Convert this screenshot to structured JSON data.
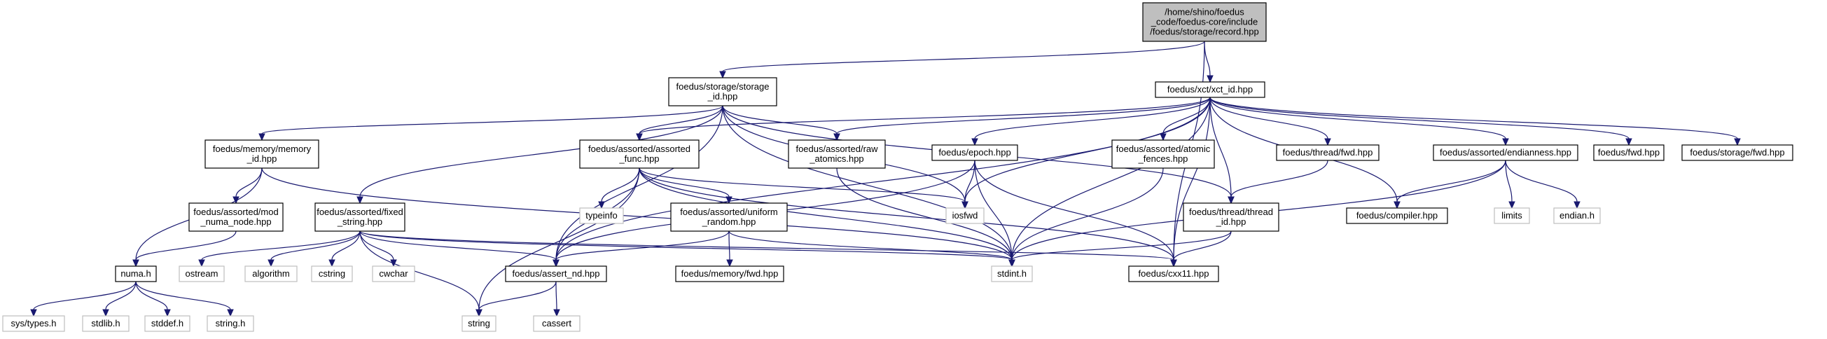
{
  "colors": {
    "background": "#ffffff",
    "edge": "#191970",
    "node_border": "#000000",
    "external_border": "#bfbfbf",
    "root_fill": "#bfbfbf",
    "node_fill": "#ffffff"
  },
  "nodes": [
    {
      "id": "record",
      "kind": "root",
      "lines": [
        "/home/shino/foedus",
        "_code/foedus-core/include",
        "/foedus/storage/record.hpp"
      ]
    },
    {
      "id": "storage_id",
      "kind": "file",
      "lines": [
        "foedus/storage/storage",
        "_id.hpp"
      ]
    },
    {
      "id": "xct_id",
      "kind": "file",
      "lines": [
        "foedus/xct/xct_id.hpp"
      ]
    },
    {
      "id": "memory_id",
      "kind": "file",
      "lines": [
        "foedus/memory/memory",
        "_id.hpp"
      ]
    },
    {
      "id": "assorted_func",
      "kind": "file",
      "lines": [
        "foedus/assorted/assorted",
        "_func.hpp"
      ]
    },
    {
      "id": "raw_atomics",
      "kind": "file",
      "lines": [
        "foedus/assorted/raw",
        "_atomics.hpp"
      ]
    },
    {
      "id": "epoch",
      "kind": "file",
      "lines": [
        "foedus/epoch.hpp"
      ]
    },
    {
      "id": "atomic_fences",
      "kind": "file",
      "lines": [
        "foedus/assorted/atomic",
        "_fences.hpp"
      ]
    },
    {
      "id": "thread_fwd",
      "kind": "file",
      "lines": [
        "foedus/thread/fwd.hpp"
      ]
    },
    {
      "id": "endianness",
      "kind": "file",
      "lines": [
        "foedus/assorted/endianness.hpp"
      ]
    },
    {
      "id": "foedus_fwd",
      "kind": "file",
      "lines": [
        "foedus/fwd.hpp"
      ]
    },
    {
      "id": "storage_fwd",
      "kind": "file",
      "lines": [
        "foedus/storage/fwd.hpp"
      ]
    },
    {
      "id": "mod_numa",
      "kind": "file",
      "lines": [
        "foedus/assorted/mod",
        "_numa_node.hpp"
      ]
    },
    {
      "id": "fixed_string",
      "kind": "file",
      "lines": [
        "foedus/assorted/fixed",
        "_string.hpp"
      ]
    },
    {
      "id": "typeinfo",
      "kind": "external",
      "lines": [
        "typeinfo"
      ]
    },
    {
      "id": "uniform_random",
      "kind": "file",
      "lines": [
        "foedus/assorted/uniform",
        "_random.hpp"
      ]
    },
    {
      "id": "iosfwd",
      "kind": "external",
      "lines": [
        "iosfwd"
      ]
    },
    {
      "id": "thread_id",
      "kind": "file",
      "lines": [
        "foedus/thread/thread",
        "_id.hpp"
      ]
    },
    {
      "id": "compiler",
      "kind": "file",
      "lines": [
        "foedus/compiler.hpp"
      ]
    },
    {
      "id": "limits",
      "kind": "external",
      "lines": [
        "limits"
      ]
    },
    {
      "id": "endian_h",
      "kind": "external",
      "lines": [
        "endian.h"
      ]
    },
    {
      "id": "numa_h",
      "kind": "file",
      "lines": [
        "numa.h"
      ]
    },
    {
      "id": "ostream",
      "kind": "external",
      "lines": [
        "ostream"
      ]
    },
    {
      "id": "algorithm",
      "kind": "external",
      "lines": [
        "algorithm"
      ]
    },
    {
      "id": "cstring",
      "kind": "external",
      "lines": [
        "cstring"
      ]
    },
    {
      "id": "cwchar",
      "kind": "external",
      "lines": [
        "cwchar"
      ]
    },
    {
      "id": "assert_nd",
      "kind": "file",
      "lines": [
        "foedus/assert_nd.hpp"
      ]
    },
    {
      "id": "memory_fwd",
      "kind": "file",
      "lines": [
        "foedus/memory/fwd.hpp"
      ]
    },
    {
      "id": "stdint",
      "kind": "external",
      "lines": [
        "stdint.h"
      ]
    },
    {
      "id": "cxx11",
      "kind": "file",
      "lines": [
        "foedus/cxx11.hpp"
      ]
    },
    {
      "id": "sys_types",
      "kind": "external",
      "lines": [
        "sys/types.h"
      ]
    },
    {
      "id": "stdlib",
      "kind": "external",
      "lines": [
        "stdlib.h"
      ]
    },
    {
      "id": "stddef",
      "kind": "external",
      "lines": [
        "stddef.h"
      ]
    },
    {
      "id": "string_h",
      "kind": "external",
      "lines": [
        "string.h"
      ]
    },
    {
      "id": "string",
      "kind": "external",
      "lines": [
        "string"
      ]
    },
    {
      "id": "cassert",
      "kind": "external",
      "lines": [
        "cassert"
      ]
    }
  ],
  "edges": [
    [
      "record",
      "storage_id"
    ],
    [
      "record",
      "xct_id"
    ],
    [
      "record",
      "cxx11"
    ],
    [
      "storage_id",
      "memory_id"
    ],
    [
      "storage_id",
      "assorted_func"
    ],
    [
      "storage_id",
      "raw_atomics"
    ],
    [
      "storage_id",
      "fixed_string"
    ],
    [
      "storage_id",
      "assert_nd"
    ],
    [
      "storage_id",
      "iosfwd"
    ],
    [
      "storage_id",
      "stdint"
    ],
    [
      "storage_id",
      "thread_id"
    ],
    [
      "xct_id",
      "assorted_func"
    ],
    [
      "xct_id",
      "raw_atomics"
    ],
    [
      "xct_id",
      "epoch"
    ],
    [
      "xct_id",
      "atomic_fences"
    ],
    [
      "xct_id",
      "thread_fwd"
    ],
    [
      "xct_id",
      "endianness"
    ],
    [
      "xct_id",
      "foedus_fwd"
    ],
    [
      "xct_id",
      "storage_fwd"
    ],
    [
      "xct_id",
      "compiler"
    ],
    [
      "xct_id",
      "thread_id"
    ],
    [
      "xct_id",
      "iosfwd"
    ],
    [
      "xct_id",
      "stdint"
    ],
    [
      "xct_id",
      "assert_nd"
    ],
    [
      "xct_id",
      "cxx11"
    ],
    [
      "memory_id",
      "mod_numa"
    ],
    [
      "memory_id",
      "numa_h"
    ],
    [
      "memory_id",
      "stdint"
    ],
    [
      "mod_numa",
      "numa_h"
    ],
    [
      "numa_h",
      "sys_types"
    ],
    [
      "numa_h",
      "stdlib"
    ],
    [
      "numa_h",
      "stddef"
    ],
    [
      "numa_h",
      "string_h"
    ],
    [
      "fixed_string",
      "ostream"
    ],
    [
      "fixed_string",
      "algorithm"
    ],
    [
      "fixed_string",
      "cstring"
    ],
    [
      "fixed_string",
      "cwchar"
    ],
    [
      "fixed_string",
      "string"
    ],
    [
      "fixed_string",
      "assert_nd"
    ],
    [
      "fixed_string",
      "stdint"
    ],
    [
      "fixed_string",
      "cxx11"
    ],
    [
      "assorted_func",
      "typeinfo"
    ],
    [
      "assorted_func",
      "uniform_random"
    ],
    [
      "assorted_func",
      "assert_nd"
    ],
    [
      "assorted_func",
      "string"
    ],
    [
      "assorted_func",
      "iosfwd"
    ],
    [
      "assorted_func",
      "stdint"
    ],
    [
      "assorted_func",
      "cxx11"
    ],
    [
      "uniform_random",
      "memory_fwd"
    ],
    [
      "uniform_random",
      "assert_nd"
    ],
    [
      "uniform_random",
      "stdint"
    ],
    [
      "raw_atomics",
      "stdint"
    ],
    [
      "epoch",
      "assert_nd"
    ],
    [
      "epoch",
      "iosfwd"
    ],
    [
      "epoch",
      "stdint"
    ],
    [
      "epoch",
      "cxx11"
    ],
    [
      "atomic_fences",
      "stdint"
    ],
    [
      "thread_fwd",
      "thread_id"
    ],
    [
      "thread_id",
      "stdint"
    ],
    [
      "thread_id",
      "cxx11"
    ],
    [
      "endianness",
      "compiler"
    ],
    [
      "endianness",
      "limits"
    ],
    [
      "endianness",
      "endian_h"
    ],
    [
      "endianness",
      "stdint"
    ],
    [
      "assert_nd",
      "string"
    ],
    [
      "assert_nd",
      "cassert"
    ]
  ]
}
